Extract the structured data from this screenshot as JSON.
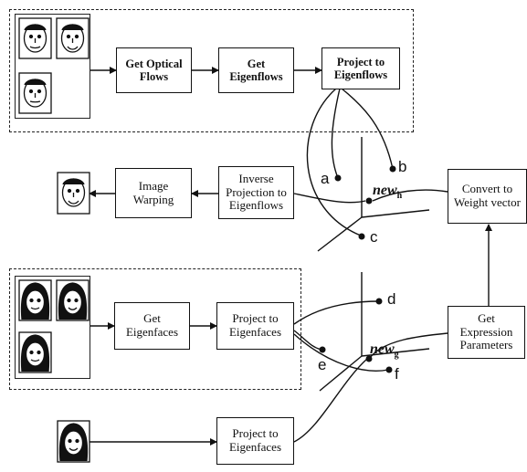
{
  "boxes": {
    "get_optical_flows": "Get Optical Flows",
    "get_eigenflows": "Get Eigenflows",
    "project_eigenflows": "Project to Eigenflows",
    "image_warping": "Image Warping",
    "inverse_projection": "Inverse Projection to Eigenflows",
    "convert_weight": "Convert to Weight vector",
    "get_eigenfaces": "Get Eigenfaces",
    "project_eigenfaces_top": "Project to Eigenfaces",
    "get_expression": "Get Expression Parameters",
    "project_eigenfaces_bottom": "Project to Eigenfaces"
  },
  "points": {
    "a": "a",
    "b": "b",
    "c": "c",
    "d": "d",
    "e": "e",
    "f": "f"
  },
  "new_labels": {
    "new_h": "new",
    "new_h_sub": "h",
    "new_g": "new",
    "new_g_sub": "g"
  }
}
